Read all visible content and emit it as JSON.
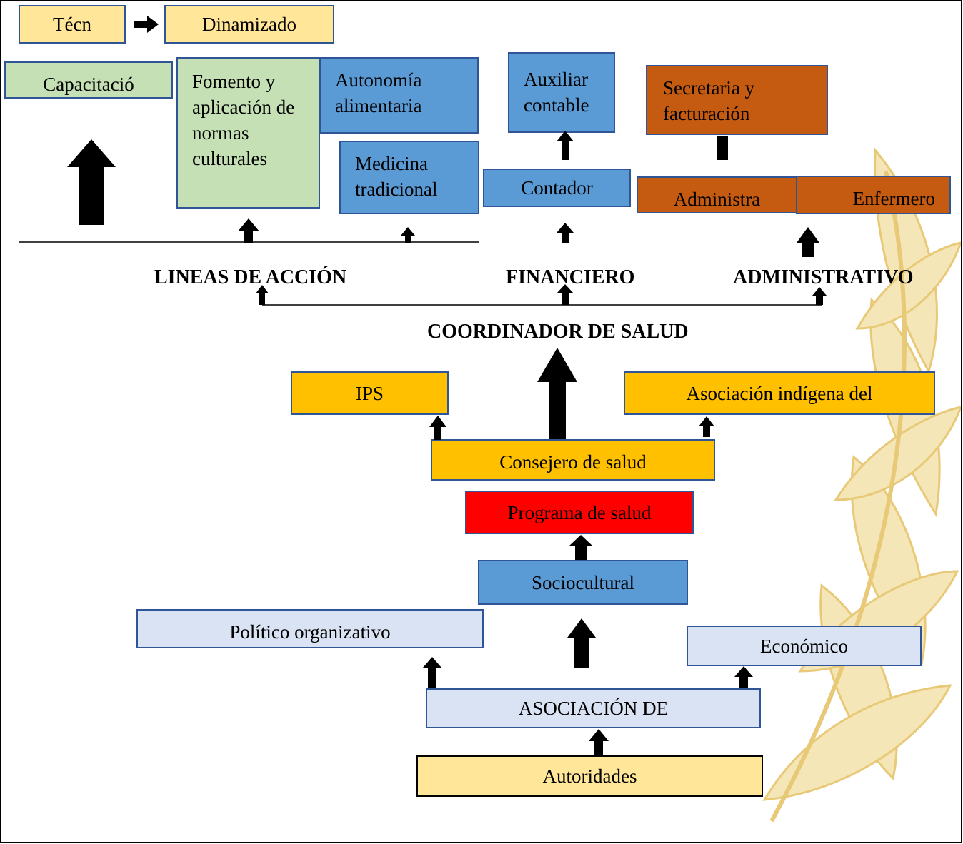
{
  "top": {
    "tec_label": "Técn",
    "dinamizado_label": "Dinamizado"
  },
  "lineas": {
    "capacitacion": "Capacitació",
    "fomento": "Fomento y aplicación de normas culturales",
    "autonomia": "Autonomía alimentaria",
    "medicina": "Medicina tradicional"
  },
  "financiero": {
    "auxiliar": "Auxiliar contable",
    "contador": "Contador"
  },
  "administrativo": {
    "secretaria": "Secretaria y facturación",
    "administra": "Administra",
    "enfermero": "Enfermero"
  },
  "headers": {
    "lineas_accion": "LINEAS DE ACCIÓN",
    "financiero": "FINANCIERO",
    "administrativo": "ADMINISTRATIVO",
    "coordinador": "COORDINADOR DE SALUD"
  },
  "middle": {
    "ips": "IPS",
    "asociacion_indigena": "Asociación indígena del",
    "consejero": "Consejero de salud",
    "programa": "Programa de salud",
    "sociocultural": "Sociocultural",
    "politico": "Político organizativo",
    "economico": "Económico",
    "asociacion_de": "ASOCIACIÓN DE",
    "autoridades": "Autoridades"
  },
  "colors": {
    "light_yellow": "#ffe699",
    "gold": "#ffc000",
    "green": "#c5e0b4",
    "blue": "#5b9bd5",
    "orange": "#c55a11",
    "red": "#ff0000",
    "pale_blue": "#dae3f3",
    "decoration": "#f3e2b0"
  }
}
